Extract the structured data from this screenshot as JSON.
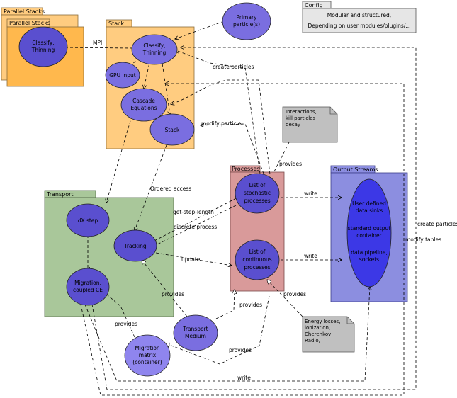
{
  "colors": {
    "stack_fill": "#ffcc80",
    "stack_border": "#8c6d3a",
    "parallel_fill": "#ffb84d",
    "transport_fill": "#a9c79a",
    "processes_fill": "#d99a9a",
    "output_fill": "#8c8ee0",
    "node_fill": "#7a6ee0",
    "node_dark": "#5a4fcf",
    "node_light": "#8f85ee",
    "sinks_fill": "#3c38e6",
    "note_fill": "#c0c0c0",
    "config_fill": "#e6e6e6"
  },
  "packages": {
    "parallel_outer": "Parallel Stacks",
    "parallel_inner": "Parallel Stacks",
    "stack": "Stack",
    "transport": "Transport",
    "processes": "Processes",
    "output": "Output Streams",
    "config": "Config"
  },
  "config_lines": [
    "Modular and structured,",
    "Depending on user modules/plugins/..."
  ],
  "nodes": {
    "primary": [
      "Primary",
      "particle(s)"
    ],
    "parallel_classify": [
      "Classify,",
      "Thinning"
    ],
    "classify": [
      "Classify,",
      "Thinning"
    ],
    "gpu": [
      "GPU input"
    ],
    "cascade": [
      "Cascade",
      "Equations"
    ],
    "stack_node": [
      "Stack"
    ],
    "dx": [
      "dX step"
    ],
    "tracking": [
      "Tracking"
    ],
    "migration": [
      "Migration,",
      "coupled CE"
    ],
    "stochastic": [
      "List of",
      "stochastic",
      "processes"
    ],
    "continuous": [
      "List of",
      "continuous",
      "processes"
    ],
    "medium": [
      "Transport",
      "Medium"
    ],
    "matrix": [
      "Migration",
      "matrix",
      "(container)"
    ],
    "sinks": [
      "User defined",
      "data sinks",
      "",
      "standard output",
      "container",
      "",
      "data pipeline,",
      "sockets"
    ]
  },
  "notes": {
    "interactions": [
      "Interactions,",
      "kill particles",
      "decay",
      "..."
    ],
    "energy": [
      "Energy losses,",
      "ionization,",
      "Cherenkov,",
      "Radio,",
      "..."
    ]
  },
  "edges": {
    "mpi": "MPI",
    "create_particles": "create particles",
    "modify_particle": "modify particle",
    "provides_interactions": "provides",
    "ordered_access": "Ordered access",
    "get_step_length": "get-step-length",
    "discrete_process": "discrete process",
    "update": "update",
    "write_stochastic": "write",
    "write_continuous": "write",
    "provides_medium_tracking": "provides",
    "provides_medium_processes": "provides",
    "provides_energy": "provides",
    "provides_matrix": "provides",
    "provides_matrix_processes": "provides",
    "write_bottom": "write",
    "create_particles_right": "create particles",
    "modify_tables": "modify tables"
  }
}
